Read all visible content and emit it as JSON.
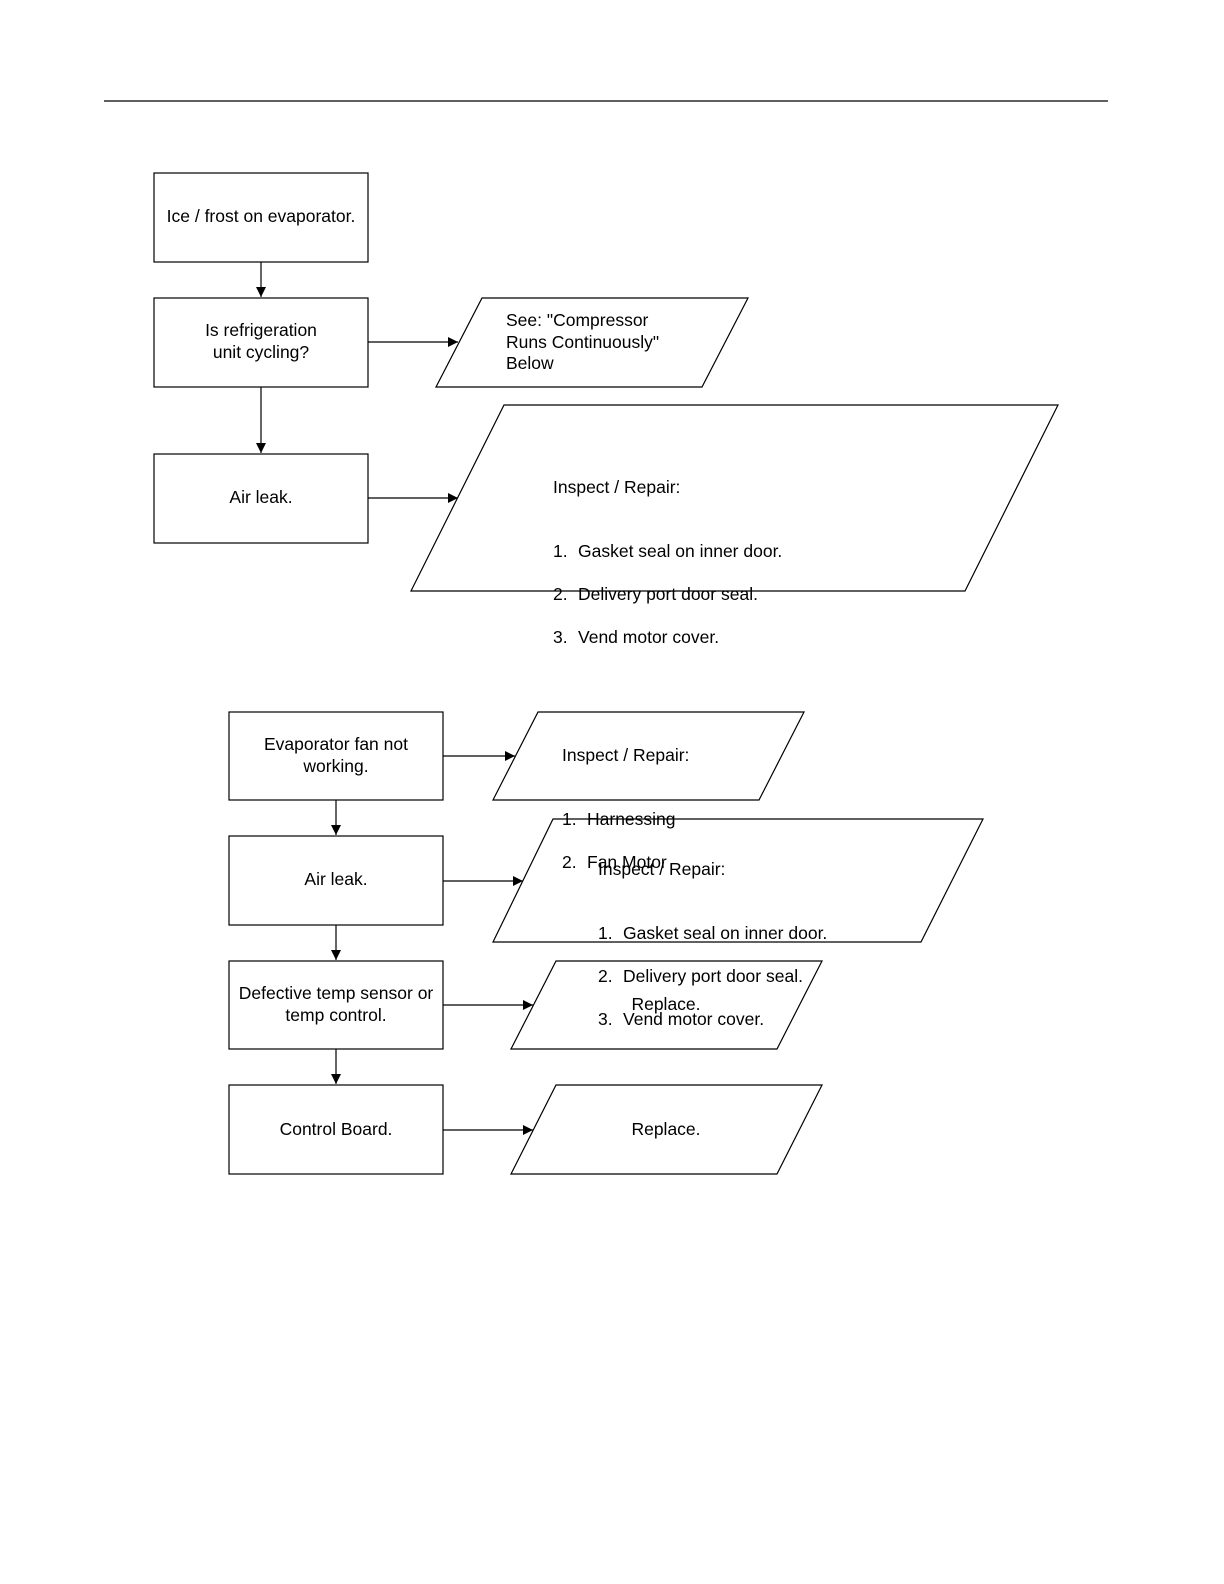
{
  "flowchart_1": {
    "step_ice_frost": "Ice / frost on evaporator.",
    "step_cycling": "Is refrigeration\nunit cycling?",
    "step_air_leak": "Air leak.",
    "result_see_compressor": "See: \"Compressor\nRuns Continuously\"\nBelow",
    "result_inspect": {
      "heading": "Inspect / Repair:",
      "items": [
        {
          "num": "1.",
          "text": "Gasket seal on inner door."
        },
        {
          "num": "2.",
          "text": "Delivery port door seal."
        },
        {
          "num": "3.",
          "text": "Vend motor cover."
        }
      ]
    }
  },
  "flowchart_2": {
    "step_fan": "Evaporator fan not\nworking.",
    "step_air_leak": "Air leak.",
    "step_sensor": "Defective temp sensor or\ntemp control.",
    "step_board": "Control Board.",
    "result_fan": {
      "heading": "Inspect / Repair:",
      "items": [
        {
          "num": "1.",
          "text": "Harnessing"
        },
        {
          "num": "2.",
          "text": "Fan Motor"
        }
      ]
    },
    "result_inspect": {
      "heading": "Inspect / Repair:",
      "items": [
        {
          "num": "1.",
          "text": "Gasket seal on inner door."
        },
        {
          "num": "2.",
          "text": "Delivery port door seal."
        },
        {
          "num": "3.",
          "text": "Vend motor cover."
        }
      ]
    },
    "result_sensor": "Replace.",
    "result_board": "Replace."
  }
}
